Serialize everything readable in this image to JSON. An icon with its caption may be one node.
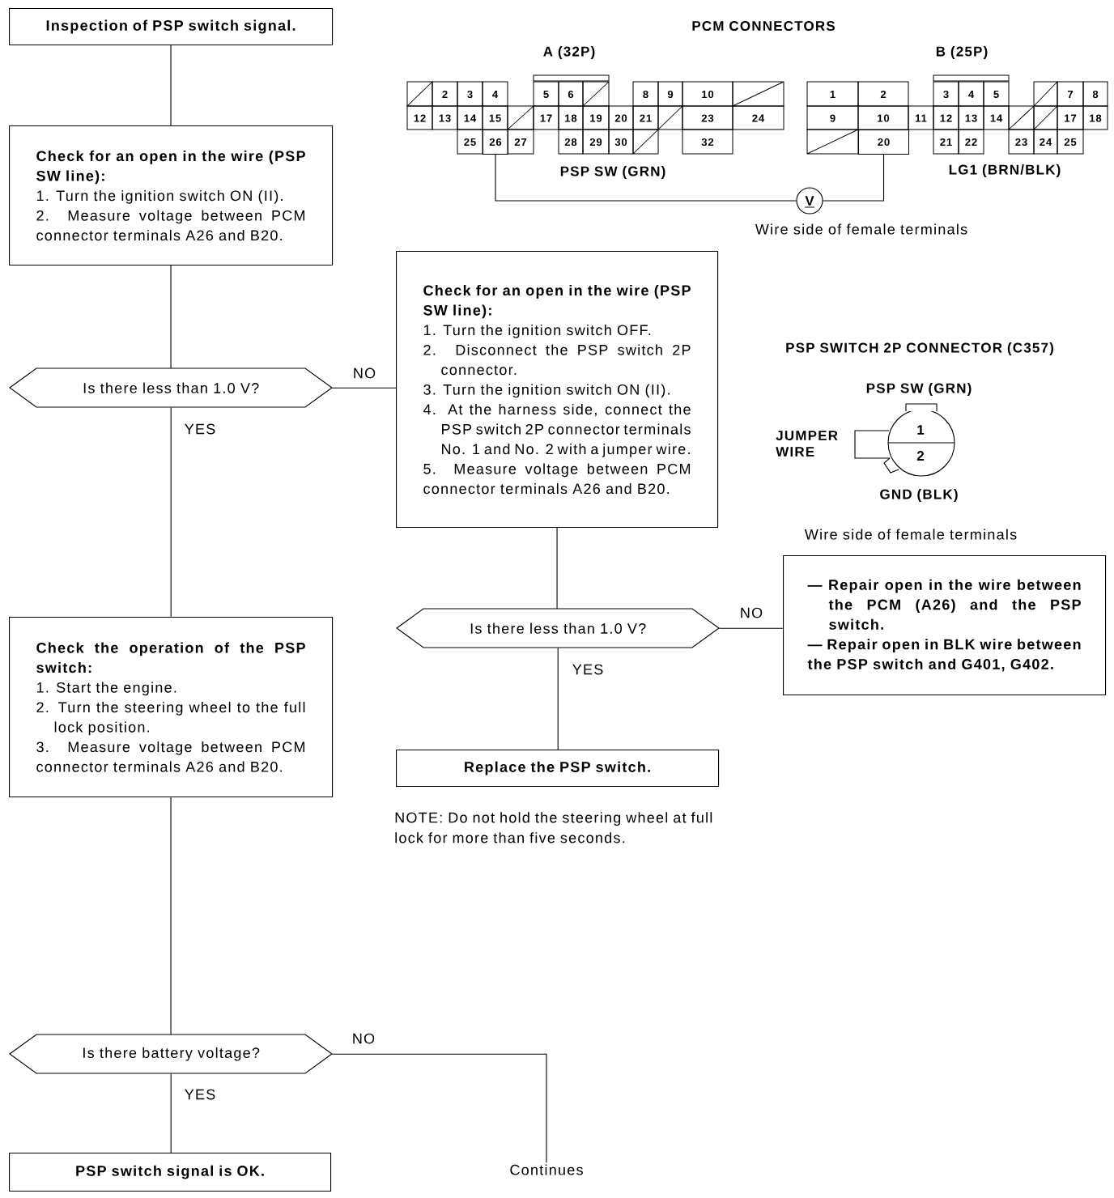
{
  "diagram": {
    "nodes": [
      {
        "text": [
          "Inspection of PSP switch signal."
        ]
      },
      {
        "text": [
          "Check for an open in the wire (PSP SW line):",
          "1. Turn the ignition switch ON (II).",
          "2. Measure voltage between PCM connector terminals A26 and B20."
        ]
      },
      {
        "text": [
          "Is there less than 1.0 V?"
        ]
      },
      {
        "text": [
          "Check for an open in the wire (PSP SW line):",
          "1. Turn the ignition switch OFF.",
          "2. Disconnect the PSP switch 2P connector.",
          "3. Turn the ignition switch ON (II).",
          "4. At the harness side, connect the PSP switch 2P connector terminals No. 1 and No. 2 with a jumper wire.",
          "5. Measure voltage between PCM connector terminals A26 and B20."
        ]
      },
      {
        "text": [
          "Is there less than 1.0 V?"
        ]
      },
      {
        "text": [
          "— Repair open in the wire between the PCM (A26) and the PSP switch.",
          "— Repair open in BLK wire between the PSP switch and G401, G402."
        ]
      },
      {
        "text": [
          "Replace the PSP switch."
        ]
      },
      {
        "text": [
          "Check the operation of the PSP switch:",
          "1. Start the engine.",
          "2. Turn the steering wheel to the full lock position.",
          "3. Measure voltage between PCM connector terminals A26 and B20."
        ]
      },
      {
        "text": [
          "Is there battery voltage?"
        ]
      },
      {
        "text": [
          "PSP switch signal is OK."
        ]
      },
      {
        "text": [
          "Continues"
        ]
      },
      {
        "text": [
          "26"
        ]
      },
      {
        "text": [
          "V"
        ]
      },
      {
        "text": [
          "20"
        ]
      }
    ],
    "edges": [
      {
        "from": 0,
        "to": 1,
        "arrow": "none"
      },
      {
        "from": 1,
        "to": 2,
        "arrow": "none"
      },
      {
        "from": 2,
        "to": 3,
        "arrow": "none",
        "label": "NO"
      },
      {
        "from": 2,
        "to": 7,
        "arrow": "none",
        "label": "YES"
      },
      {
        "from": 3,
        "to": 4,
        "arrow": "none"
      },
      {
        "from": 4,
        "to": 5,
        "arrow": "none",
        "label": "NO"
      },
      {
        "from": 4,
        "to": 6,
        "arrow": "none",
        "label": "YES"
      },
      {
        "from": 7,
        "to": 8,
        "arrow": "none"
      },
      {
        "from": 8,
        "to": 9,
        "arrow": "none",
        "label": "YES"
      },
      {
        "from": 8,
        "to": 10,
        "arrow": "none",
        "label": "NO"
      },
      {
        "from": 11,
        "to": 12,
        "arrow": "none"
      },
      {
        "from": 12,
        "to": 13,
        "arrow": "none"
      }
    ],
    "labels": [
      "PCM CONNECTORS",
      "A (32P)",
      "B (25P)",
      "2",
      "3",
      "4",
      "5",
      "6",
      "8",
      "9",
      "10",
      "12",
      "13",
      "14",
      "15",
      "17",
      "18",
      "19",
      "20",
      "21",
      "23",
      "24",
      "25",
      "27",
      "28",
      "29",
      "30",
      "32",
      "1",
      "2",
      "3",
      "4",
      "5",
      "7",
      "8",
      "9",
      "10",
      "11",
      "12",
      "13",
      "14",
      "17",
      "18",
      "21",
      "22",
      "23",
      "24",
      "25",
      "PSP SW (GRN)",
      "LG1 (BRN/BLK)",
      "Wire side of female terminals",
      "PSP SWITCH 2P CONNECTOR (C357)",
      "PSP SW (GRN)",
      "JUMPER WIRE",
      "1",
      "2",
      "GND (BLK)",
      "Wire side of female terminals",
      "NOTE: Do not hold the steering wheel at full lock for more than five seconds."
    ]
  }
}
